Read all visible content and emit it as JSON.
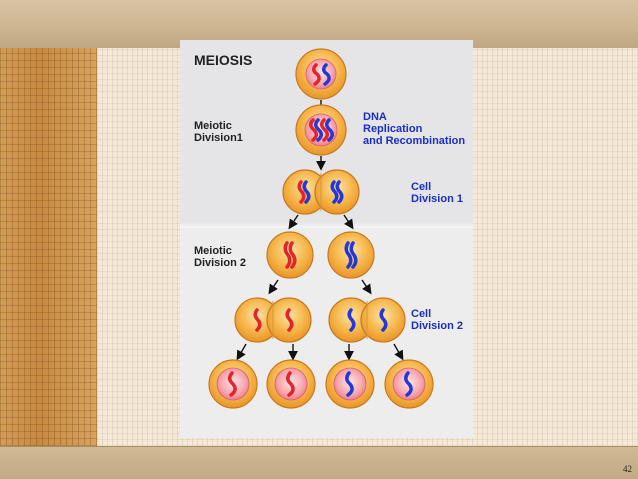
{
  "diagram": {
    "title": "MEIOSIS",
    "meiotic_division_1": [
      "Meiotic",
      "Division1"
    ],
    "dna_replication": [
      "DNA",
      "Replication",
      "and Recombination"
    ],
    "cell_division_1": [
      "Cell",
      "Division 1"
    ],
    "meiotic_division_2": [
      "Meiotic",
      "Division 2"
    ],
    "cell_division_2": [
      "Cell",
      "Division 2"
    ]
  },
  "slide": {
    "page_number": "42"
  },
  "colors": {
    "cell_fill": "#f6b64a",
    "nucleus_fill": "#f7a6ae",
    "chromosome_red": "#e4242c",
    "chromosome_blue": "#2438d8",
    "label_blue": "#1a2ec8"
  }
}
